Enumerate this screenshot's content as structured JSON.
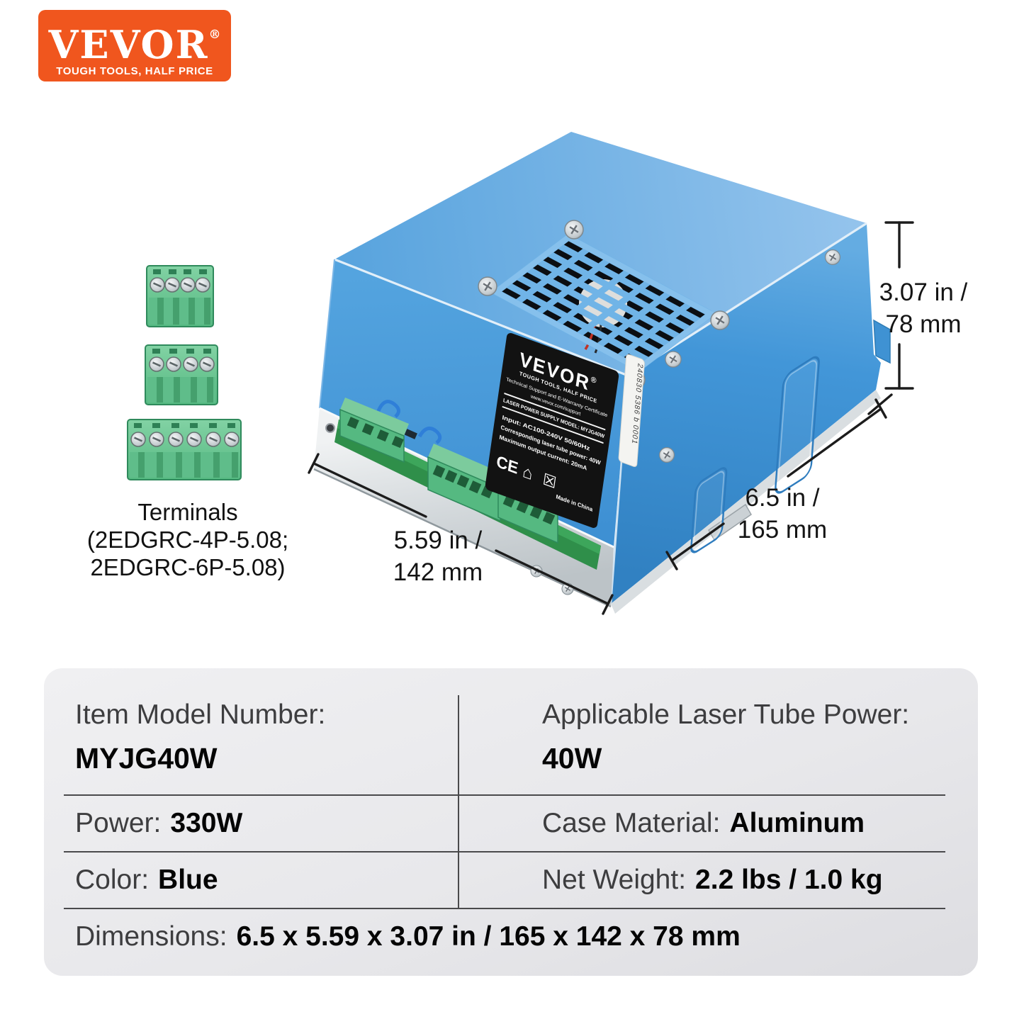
{
  "logo": {
    "brand": "VEVOR",
    "registered": "®",
    "tagline": "TOUGH TOOLS, HALF PRICE"
  },
  "device_label": {
    "brand": "VEVOR",
    "registered": "®",
    "tagline": "TOUGH TOOLS, HALF PRICE",
    "cert_line": "Technical Support and E-Warranty Certificate",
    "url": "www.vevor.com/support",
    "product_line": "LASER POWER SUPPLY    MODEL: MYJG40W",
    "input_line": "Input: AC100-240V  50/60Hz",
    "tube_power_line": "Corresponding laser tube power: 40W",
    "current_line": "Maximum output current: 20mA",
    "ce_mark": "CE",
    "house_icon": "⌂",
    "weee_icon": "☒",
    "origin_line": "Made in China"
  },
  "serial_sticker": "240830 5386 b 0001",
  "terminals_caption": {
    "title": "Terminals",
    "models_line1": "(2EDGRC-4P-5.08;",
    "models_line2": "2EDGRC-6P-5.08)"
  },
  "terminal_connector_pins": [
    4,
    4,
    6
  ],
  "dimension_annotations": {
    "height": {
      "imperial": "3.07 in /",
      "metric": "78 mm"
    },
    "width": {
      "imperial": "5.59 in /",
      "metric": "142 mm"
    },
    "depth": {
      "imperial": "6.5 in /",
      "metric": "165 mm"
    }
  },
  "spec_table": {
    "item_model_label": "Item Model Number:",
    "item_model_value": "MYJG40W",
    "tube_power_label": "Applicable Laser Tube Power:",
    "tube_power_value": "40W",
    "power_label": "Power:",
    "power_value": "330W",
    "case_material_label": "Case Material:",
    "case_material_value": "Aluminum",
    "color_label": "Color:",
    "color_value": "Blue",
    "net_weight_label": "Net Weight:",
    "net_weight_value": "2.2 lbs / 1.0 kg",
    "dimensions_label": "Dimensions:",
    "dimensions_value": "6.5 x 5.59 x 3.07 in / 165 x 142 x 78 mm"
  },
  "colors": {
    "brand_orange": "#F0561E",
    "box_blue_top": "#6FB0E4",
    "box_blue_front": "#479ADA",
    "box_blue_right": "#3D8FD1",
    "terminal_green": "#5FBD8A",
    "label_black": "#121212",
    "table_bg": "#E9E9EC"
  }
}
